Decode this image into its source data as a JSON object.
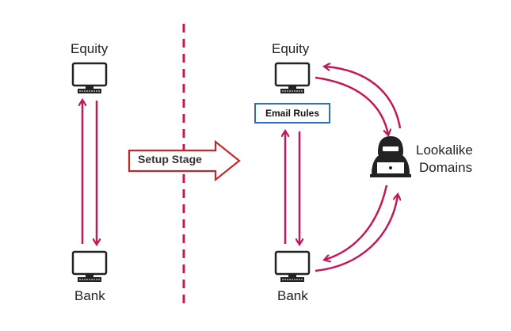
{
  "left": {
    "top_label": "Equity",
    "bottom_label": "Bank"
  },
  "right": {
    "top_label": "Equity",
    "bottom_label": "Bank",
    "rules_box": "Email Rules",
    "attacker_label_line1": "Lookalike",
    "attacker_label_line2": "Domains"
  },
  "stage_arrow": {
    "label": "Setup Stage"
  },
  "colors": {
    "flow_arrows": "#c2185b",
    "divider": "#c2185b",
    "stage_arrow_outline": "#c62828",
    "rules_border": "#2e6fc0",
    "icons": "#222222"
  },
  "icons": [
    "computer-icon",
    "computer-icon",
    "computer-icon",
    "computer-icon",
    "hacker-icon"
  ]
}
